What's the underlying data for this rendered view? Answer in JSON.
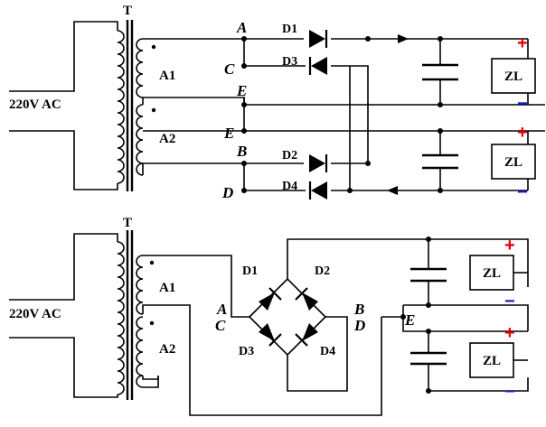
{
  "top": {
    "transformer_label": "T",
    "source_label": "220V AC",
    "winding_1": "A1",
    "winding_2": "A2",
    "node_a": "A",
    "node_c": "C",
    "node_e1": "E",
    "node_e2": "E",
    "node_b": "B",
    "node_d": "D",
    "d1": "D1",
    "d2": "D2",
    "d3": "D3",
    "d4": "D4",
    "load_1": "ZL",
    "load_2": "ZL",
    "plus_1": "+",
    "minus_1": "−",
    "plus_2": "+",
    "minus_2": "−"
  },
  "bottom": {
    "transformer_label": "T",
    "source_label": "220V AC",
    "winding_1": "A1",
    "winding_2": "A2",
    "node_a": "A",
    "node_c": "C",
    "node_b": "B",
    "node_d": "D",
    "node_e": "E",
    "d1": "D1",
    "d2": "D2",
    "d3": "D3",
    "d4": "D4",
    "load_1": "ZL",
    "load_2": "ZL",
    "plus_1": "+",
    "minus_1": "−",
    "plus_2": "+",
    "minus_2": "−"
  }
}
